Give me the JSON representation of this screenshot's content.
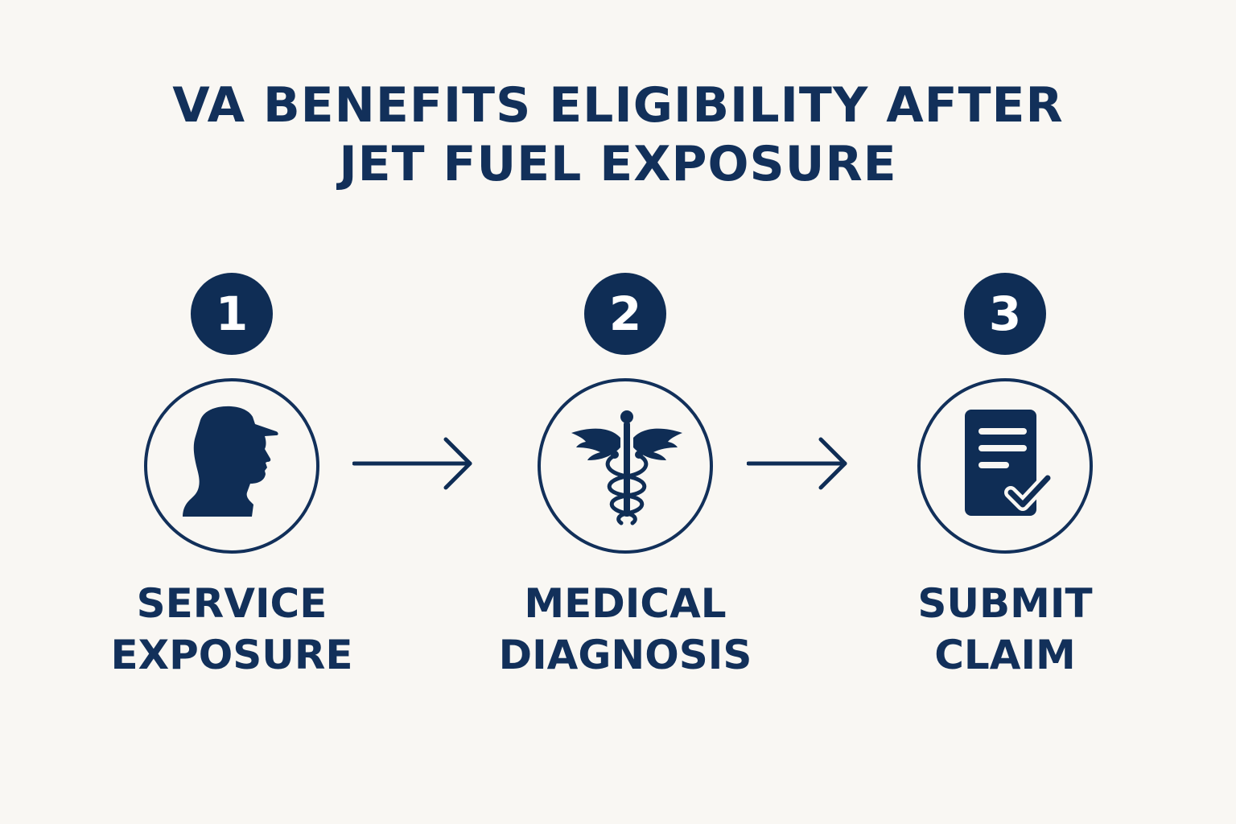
{
  "title": {
    "line1": "VA BENEFITS ELIGIBILITY AFTER",
    "line2": "JET FUEL EXPOSURE"
  },
  "colors": {
    "primary": "#0f2d55",
    "background": "#f9f7f3"
  },
  "steps": [
    {
      "number": "1",
      "icon": "soldier-silhouette-icon",
      "label_line1": "SERVICE",
      "label_line2": "EXPOSURE"
    },
    {
      "number": "2",
      "icon": "caduceus-icon",
      "label_line1": "MEDICAL",
      "label_line2": "DIAGNOSIS"
    },
    {
      "number": "3",
      "icon": "document-check-icon",
      "label_line1": "SUBMIT",
      "label_line2": "CLAIM"
    }
  ],
  "connectors": [
    {
      "from": "1",
      "to": "2",
      "icon": "arrow-right-icon"
    },
    {
      "from": "2",
      "to": "3",
      "icon": "arrow-right-icon"
    }
  ]
}
